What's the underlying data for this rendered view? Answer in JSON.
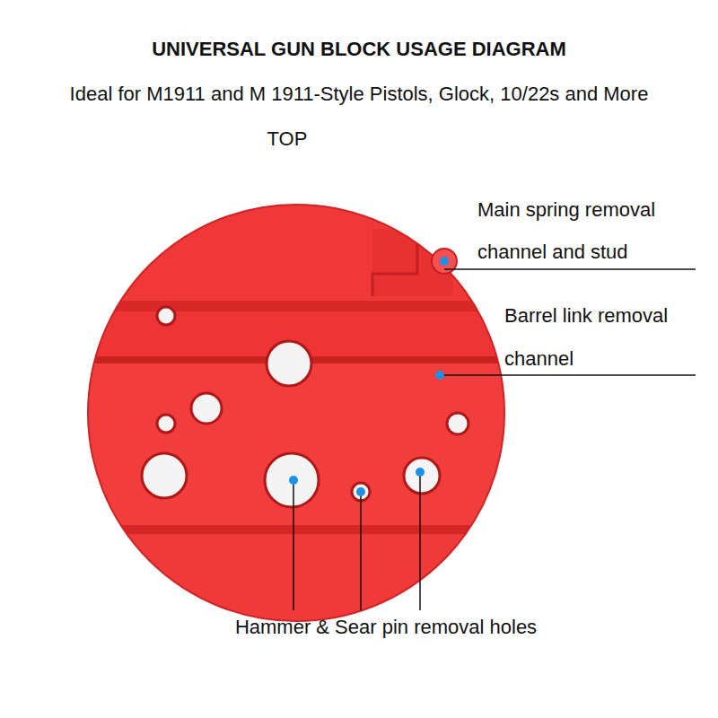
{
  "diagram": {
    "title": "UNIVERSAL GUN BLOCK USAGE DIAGRAM",
    "labels": [
      "Ideal for M1911 and M 1911-Style Pistols, Glock, 10/22s and More",
      "TOP",
      "Main spring removal channel and stud",
      "Barrel link removal channel",
      "Hammer & Sear pin removal holes"
    ]
  }
}
